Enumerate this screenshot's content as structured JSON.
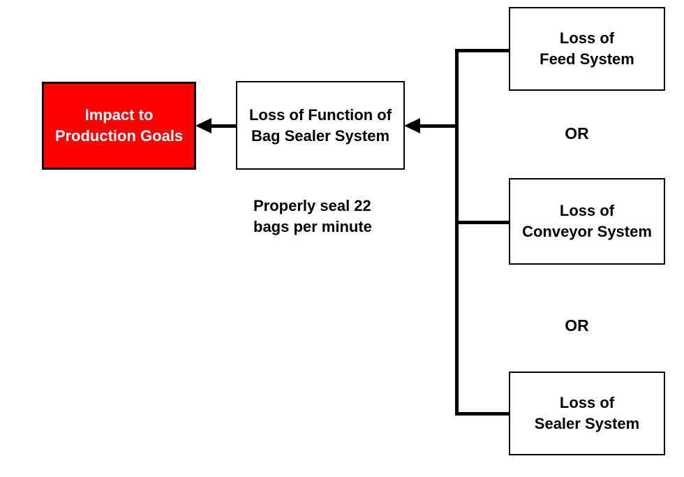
{
  "diagram": {
    "type": "fault-tree",
    "colors": {
      "background": "#ffffff",
      "line": "#000000",
      "impact_fill": "#ff0000",
      "impact_text": "#ffffff",
      "box_text": "#000000"
    },
    "nodes": {
      "impact": {
        "lines": [
          "Impact to",
          "Production Goals"
        ]
      },
      "bag_sealer_function": {
        "lines": [
          "Loss of Function of",
          "Bag Sealer System"
        ]
      },
      "feed": {
        "lines": [
          "Loss of",
          "Feed System"
        ]
      },
      "conveyor": {
        "lines": [
          "Loss of",
          "Conveyor System"
        ]
      },
      "sealer": {
        "lines": [
          "Loss of",
          "Sealer System"
        ]
      }
    },
    "annotation": {
      "lines": [
        "Properly seal 22",
        "bags per minute"
      ]
    },
    "or_labels": [
      "OR",
      "OR"
    ]
  }
}
